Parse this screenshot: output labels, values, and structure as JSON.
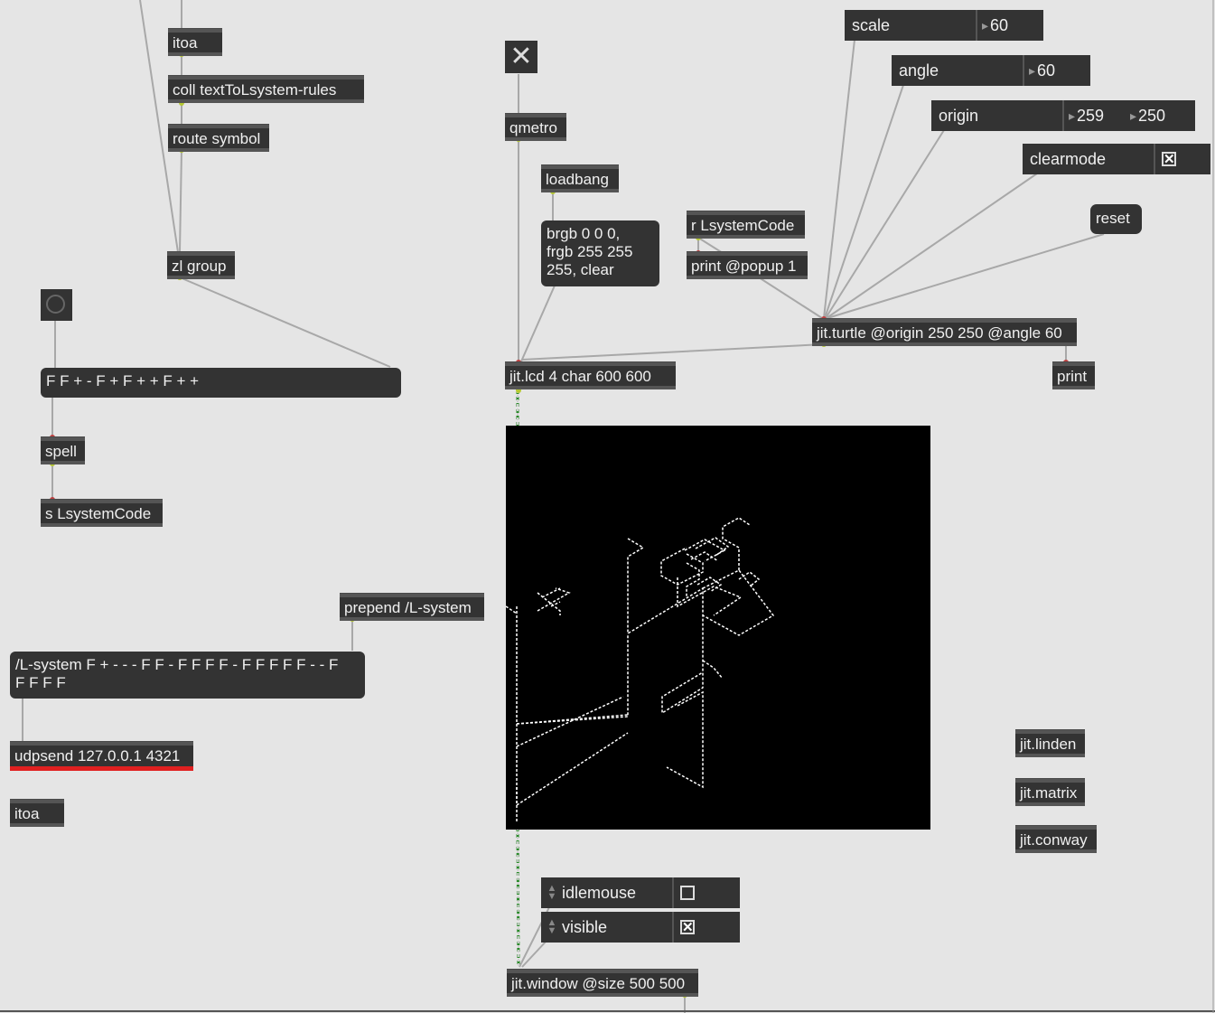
{
  "objects": {
    "itoa_top": "itoa",
    "coll": "coll textToLsystem-rules",
    "route": "route symbol",
    "zl_group": "zl group",
    "spell": "spell",
    "s_lsystem": "s LsystemCode",
    "prepend": "prepend /L-system",
    "udpsend": "udpsend 127.0.0.1 4321",
    "itoa_bottom": "itoa",
    "qmetro": "qmetro",
    "loadbang": "loadbang",
    "r_lsystem": "r LsystemCode",
    "print_popup": "print @popup 1",
    "jit_turtle": "jit.turtle @origin 250 250 @angle 60",
    "print": "print",
    "jit_lcd": "jit.lcd 4 char 600 600",
    "jit_window": "jit.window @size 500 500",
    "jit_linden": "jit.linden",
    "jit_matrix": "jit.matrix",
    "jit_conway": "jit.conway"
  },
  "messages": {
    "lsystem_string": "F F + - F + F + + F + +",
    "brgb": "brgb 0 0 0,\nfrgb 255 255\n255, clear",
    "osc_message": "/L-system F + - - - F F - F F F F - F F F F F - - F\nF F F F",
    "reset": "reset"
  },
  "attributes": {
    "scale": {
      "name": "scale",
      "value": "60"
    },
    "angle": {
      "name": "angle",
      "value": "60"
    },
    "origin": {
      "name": "origin",
      "value1": "259",
      "value2": "250"
    },
    "clearmode": {
      "name": "clearmode",
      "checked": true
    },
    "idlemouse": {
      "name": "idlemouse",
      "checked": false
    },
    "visible": {
      "name": "visible",
      "checked": true
    }
  },
  "toggle_top": {
    "state": "on",
    "icon": "close-icon"
  },
  "colors": {
    "background": "#e5e5e5",
    "object": "#333333",
    "cord": "#a8a8a8",
    "signal_cord": "#2a8a2a",
    "error": "#e02020",
    "lcd": "#000000",
    "drawing": "#ffffff"
  }
}
